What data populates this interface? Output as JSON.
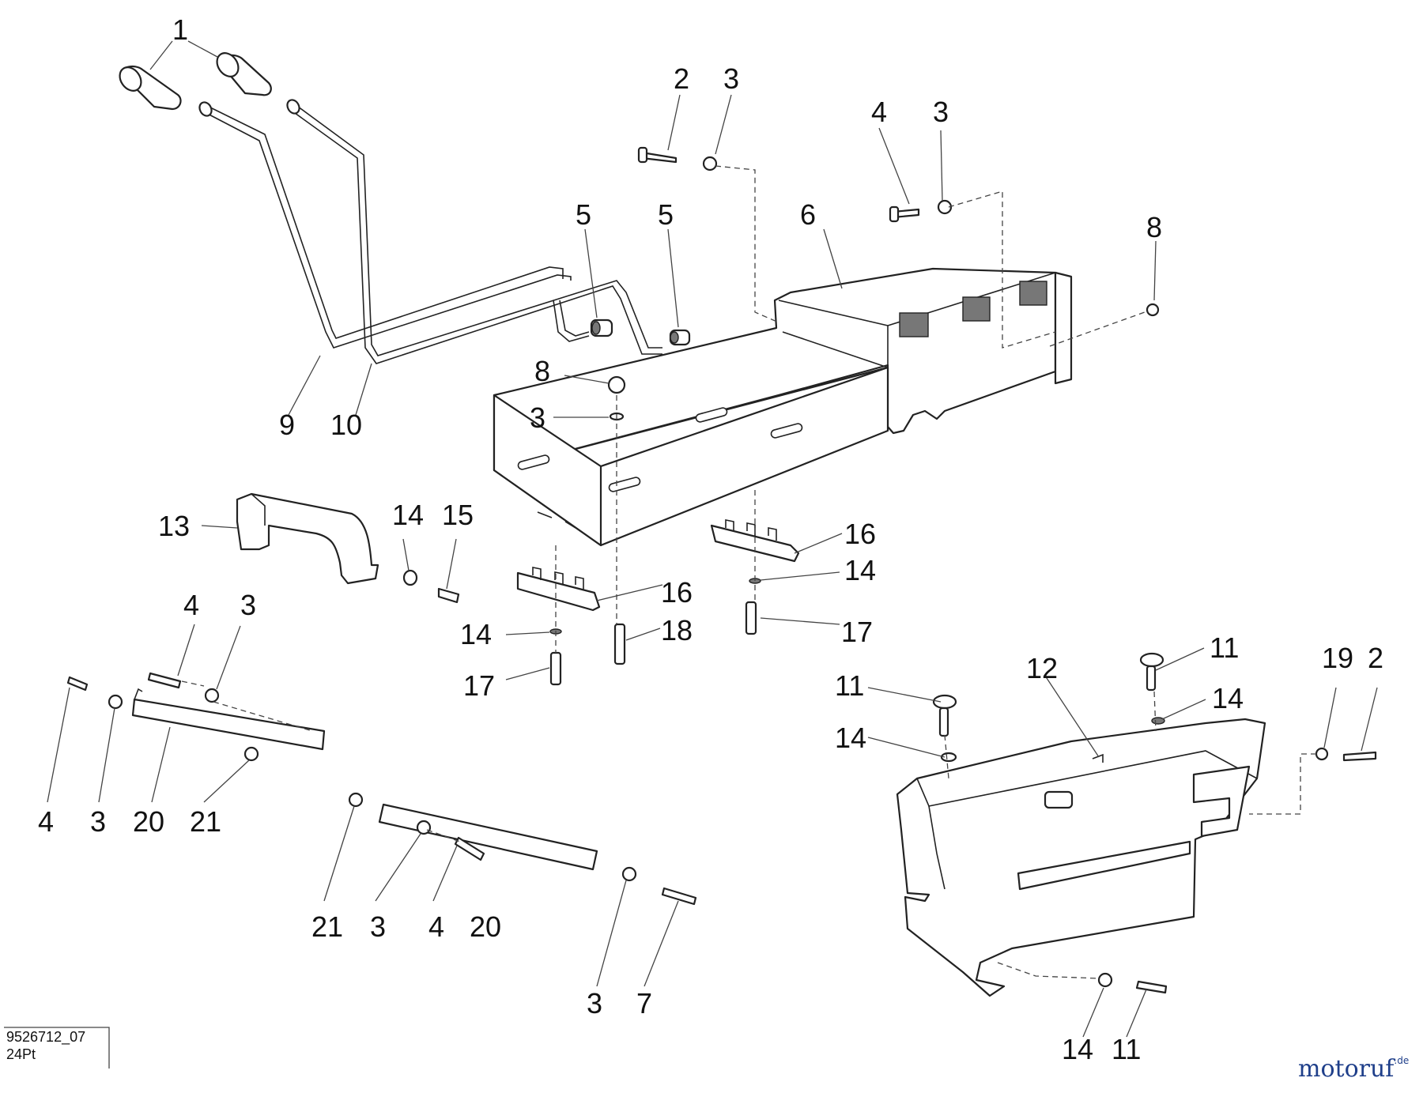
{
  "diagram": {
    "callouts": [
      {
        "id": "c1",
        "text": "1"
      },
      {
        "id": "c2a",
        "text": "2"
      },
      {
        "id": "c3a",
        "text": "3"
      },
      {
        "id": "c4a",
        "text": "4"
      },
      {
        "id": "c3b",
        "text": "3"
      },
      {
        "id": "c5a",
        "text": "5"
      },
      {
        "id": "c5b",
        "text": "5"
      },
      {
        "id": "c6",
        "text": "6"
      },
      {
        "id": "c8a",
        "text": "8"
      },
      {
        "id": "c8b",
        "text": "8"
      },
      {
        "id": "c3c",
        "text": "3"
      },
      {
        "id": "c9",
        "text": "9"
      },
      {
        "id": "c10",
        "text": "10"
      },
      {
        "id": "c13",
        "text": "13"
      },
      {
        "id": "c14a",
        "text": "14"
      },
      {
        "id": "c15",
        "text": "15"
      },
      {
        "id": "c16a",
        "text": "16"
      },
      {
        "id": "c14b",
        "text": "14"
      },
      {
        "id": "c16b",
        "text": "16"
      },
      {
        "id": "c14c",
        "text": "14"
      },
      {
        "id": "c18",
        "text": "18"
      },
      {
        "id": "c17a",
        "text": "17"
      },
      {
        "id": "c17b",
        "text": "17"
      },
      {
        "id": "c4b",
        "text": "4"
      },
      {
        "id": "c3d",
        "text": "3"
      },
      {
        "id": "c4c",
        "text": "4"
      },
      {
        "id": "c3e",
        "text": "3"
      },
      {
        "id": "c20a",
        "text": "20"
      },
      {
        "id": "c21a",
        "text": "21"
      },
      {
        "id": "c21b",
        "text": "21"
      },
      {
        "id": "c3f",
        "text": "3"
      },
      {
        "id": "c4d",
        "text": "4"
      },
      {
        "id": "c20b",
        "text": "20"
      },
      {
        "id": "c3g",
        "text": "3"
      },
      {
        "id": "c7",
        "text": "7"
      },
      {
        "id": "c11a",
        "text": "11"
      },
      {
        "id": "c12",
        "text": "12"
      },
      {
        "id": "c11b",
        "text": "11"
      },
      {
        "id": "c14d",
        "text": "14"
      },
      {
        "id": "c14e",
        "text": "14"
      },
      {
        "id": "c19",
        "text": "19"
      },
      {
        "id": "c2b",
        "text": "2"
      },
      {
        "id": "c14f",
        "text": "14"
      },
      {
        "id": "c11c",
        "text": "11"
      }
    ]
  },
  "drawing_code": {
    "line1": "9526712_07",
    "line2": "24Pt"
  },
  "watermark": {
    "text_main": "motoruf",
    "text_suffix": ".de"
  }
}
